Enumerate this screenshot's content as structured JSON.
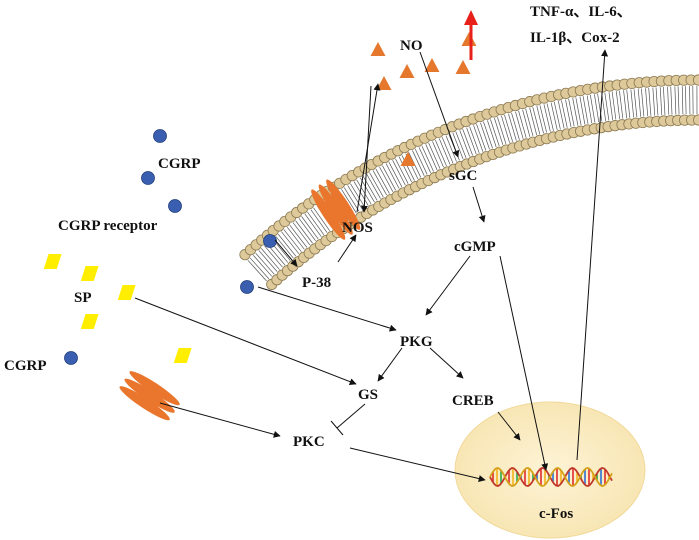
{
  "labels": {
    "no": "NO",
    "cytokines_line1": "TNF-α、IL-6、",
    "cytokines_line2": "IL-1β、Cox-2",
    "cgrp_top": "CGRP",
    "cgrp_receptor": "CGRP receptor",
    "sp": "SP",
    "cgrp_bottom": "CGRP",
    "sgc": "sGC",
    "nos": "NOS",
    "cgmp": "cGMP",
    "p38": "P-38",
    "pkg": "PKG",
    "gs": "GS",
    "creb": "CREB",
    "pkc": "PKC",
    "c_fos": "c-Fos"
  },
  "colors": {
    "cgrp_molecule": "#3a5fb0",
    "sp_molecule": "#ffee00",
    "no_molecule": "#e6782e",
    "receptor": "#e9762c",
    "up_arrow": "#e8201a",
    "nucleus": "#fbedc4",
    "lipid_head": "#ddc99a",
    "lipid_stroke": "#8c7a52"
  }
}
